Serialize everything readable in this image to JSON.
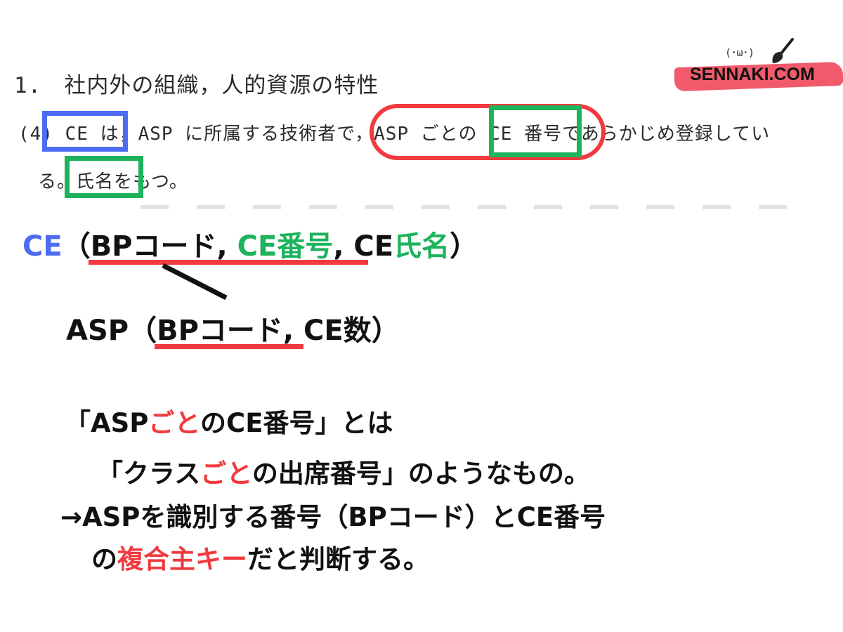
{
  "scan": {
    "title": "1.　社内外の組織，人的資源の特性",
    "line1": "(4) CE は，ASP に所属する技術者で，ASP ごとの CE 番号であらかじめ登録してい",
    "line2": "る。氏名をもつ。"
  },
  "logo": {
    "text": "SENNAKI.COM",
    "face": "(･ω･)"
  },
  "relation_ce": {
    "name": "CE",
    "open": "（",
    "bp_code": "BPコード",
    "sep1": ", ",
    "ce_number": "CE番号",
    "sep2": ", CE",
    "name_attr": "氏名",
    "close": "）"
  },
  "relation_asp": {
    "name": "ASP",
    "open": "（",
    "bp_code": "BPコード",
    "rest": ", CE数）"
  },
  "explanation": {
    "line1_a": "「ASP",
    "line1_b": "ごと",
    "line1_c": "のCE番号」とは",
    "line2_a": "「クラス",
    "line2_b": "ごと",
    "line2_c": "の出席番号」のようなもの。",
    "line3": "→ASPを識別する番号（BPコード）とCE番号",
    "line4_a": "の",
    "line4_b": "複合主キー",
    "line4_c": "だと判断する。"
  },
  "colors": {
    "blue": "#4d6cf0",
    "green": "#1db35c",
    "red": "#f03a3f",
    "text": "#111111"
  }
}
